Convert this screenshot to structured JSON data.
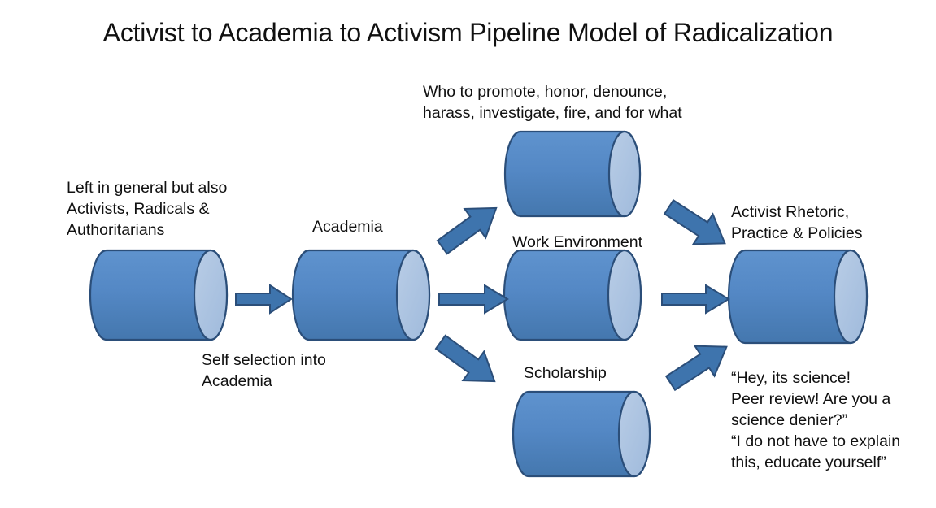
{
  "title": "Activist to Academia to Activism Pipeline Model of Radicalization",
  "colors": {
    "cylinder_body_light": "#5B8FCB",
    "cylinder_body": "#4F81BD",
    "cylinder_body_dark": "#43719F",
    "cylinder_cap": "#A9C2E0",
    "cylinder_outline": "#2B4E79",
    "arrow_fill": "#3E74AD",
    "arrow_outline": "#2B4E79",
    "text": "#111111",
    "background": "#FFFFFF"
  },
  "labels": {
    "source_caption": "Left in general but also\nActivists, Radicals &\nAuthoritarians",
    "self_selection_caption": "Self selection into\nAcademia",
    "academia": "Academia",
    "work_environment_top_caption": "Who to promote, honor, denounce,\nharass, investigate, fire, and for what",
    "work_environment": "Work Environment",
    "scholarship": "Scholarship",
    "activist_rhetoric": "Activist Rhetoric,\nPractice & Policies",
    "quotes": "“Hey, its science!\nPeer review! Are you a\nscience denier?”\n“I do not have to explain\nthis, educate yourself”"
  },
  "nodes": [
    {
      "id": "source",
      "label_key": "source_caption",
      "shape": "cylinder"
    },
    {
      "id": "academia",
      "label_key": "academia",
      "shape": "cylinder"
    },
    {
      "id": "promotion",
      "label_key": "work_environment_top_caption",
      "shape": "cylinder"
    },
    {
      "id": "work-environment",
      "label_key": "work_environment",
      "shape": "cylinder"
    },
    {
      "id": "scholarship",
      "label_key": "scholarship",
      "shape": "cylinder"
    },
    {
      "id": "outcome",
      "label_key": "activist_rhetoric",
      "shape": "cylinder"
    }
  ],
  "arrows": [
    {
      "id": "source-to-academia",
      "direction": "right"
    },
    {
      "id": "academia-to-promotion",
      "direction": "up-right"
    },
    {
      "id": "academia-to-work-environment",
      "direction": "right"
    },
    {
      "id": "academia-to-scholarship",
      "direction": "down-right"
    },
    {
      "id": "promotion-to-outcome",
      "direction": "down-right"
    },
    {
      "id": "work-environment-to-outcome",
      "direction": "right"
    },
    {
      "id": "scholarship-to-outcome",
      "direction": "up-right"
    }
  ]
}
